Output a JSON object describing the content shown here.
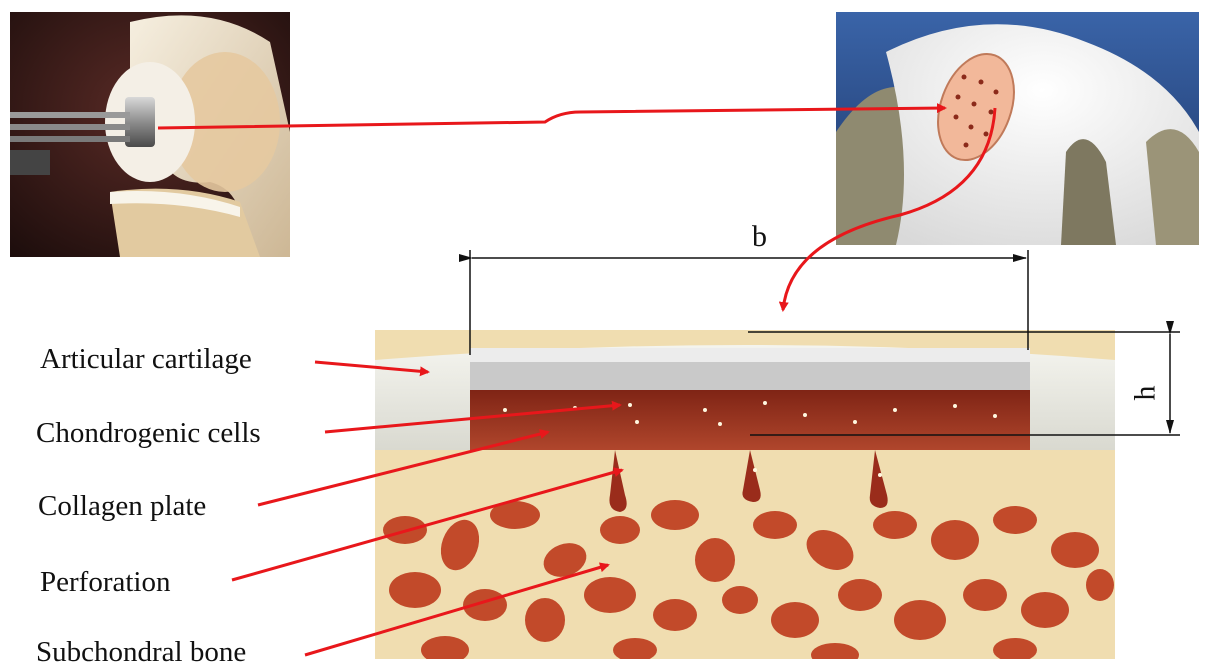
{
  "labels": {
    "articular_cartilage": "Articular cartilage",
    "chondrogenic_cells": "Chondrogenic cells",
    "collagen_plate": "Collagen plate",
    "perforation": "Perforation",
    "subchondral_bone": "Subchondral bone"
  },
  "dimensions": {
    "width": "b",
    "height": "h"
  },
  "colors": {
    "arrow": "#e8171b",
    "bone_background": "#f0ddb0",
    "trabecula": "#c24a2a",
    "cell_layer": "#9a2c1b",
    "cartilage": "#e8ead8"
  }
}
